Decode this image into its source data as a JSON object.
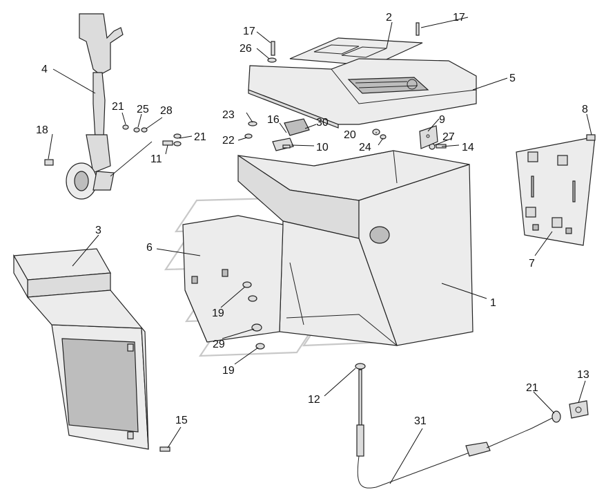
{
  "callouts": {
    "c1": "1",
    "c2": "2",
    "c3": "3",
    "c4": "4",
    "c5": "5",
    "c6": "6",
    "c7": "7",
    "c8": "8",
    "c9": "9",
    "c10": "10",
    "c11": "11",
    "c12": "12",
    "c13": "13",
    "c14": "14",
    "c15": "15",
    "c16": "16",
    "c17a": "17",
    "c17b": "17",
    "c18": "18",
    "c19a": "19",
    "c19b": "19",
    "c20": "20",
    "c21a": "21",
    "c21b": "21",
    "c21c": "21",
    "c22": "22",
    "c23": "23",
    "c24": "24",
    "c25": "25",
    "c26": "26",
    "c27": "27",
    "c28": "28",
    "c29": "29",
    "c30": "30",
    "c31": "31"
  },
  "colors": {
    "part_fill": "#dcdcdc",
    "line": "#222222",
    "watermark": "#9a9a9a"
  }
}
